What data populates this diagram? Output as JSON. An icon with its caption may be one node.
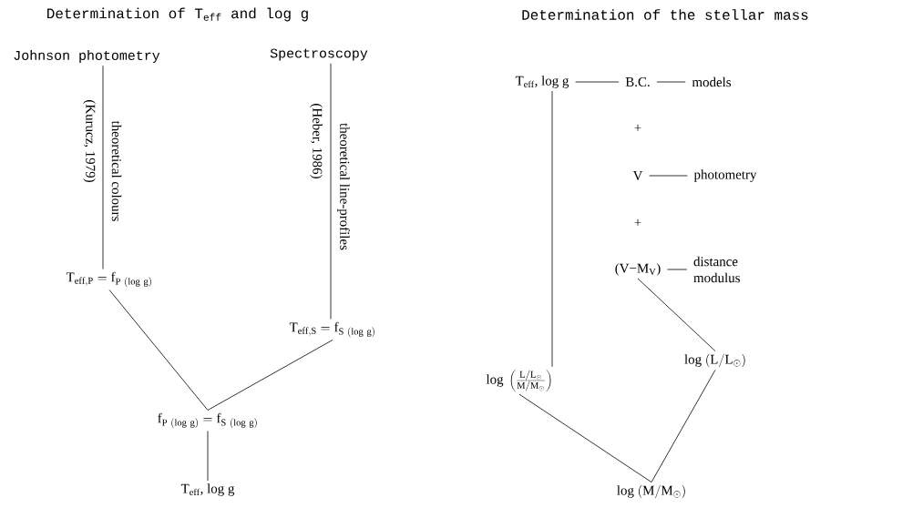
{
  "diagram": {
    "nodes": [
      {
        "text": [
          "Johnson photometry"
        ]
      },
      {
        "text": [
          "Spectroscopy"
        ]
      },
      {
        "text": [
          "\\mathrm{T_{eff,P}} = \\mathrm{f_{P\\ (log\\ g)}}"
        ]
      },
      {
        "text": [
          "\\mathrm{T_{eff,S}} = \\mathrm{f_{S\\ (log\\ g)}}"
        ]
      },
      {
        "text": [
          "\\mathrm{f_{P\\ (log\\ g)}} = \\mathrm{f_{S\\ (log\\ g)}}"
        ]
      },
      {
        "text": [
          "T$_{eff}$, log g"
        ]
      },
      {
        "text": [
          "T$_{eff}$, log g"
        ]
      },
      {
        "text": [
          "B.C."
        ]
      },
      {
        "text": [
          "models"
        ]
      },
      {
        "text": [
          "V"
        ]
      },
      {
        "text": [
          "photometry"
        ]
      },
      {
        "text": [
          "(V−M$_{V}$)"
        ]
      },
      {
        "text": [
          "distance modulus"
        ]
      },
      {
        "text": [
          "\\mathrm{log}\\ \\left(\\frac{\\mathrm{L/L_\\odot}}{\\mathrm{M/M_\\odot}}\\right)"
        ]
      },
      {
        "text": [
          "\\mathrm{log}\\ (\\mathrm{L/L_\\odot})"
        ]
      },
      {
        "text": [
          "\\mathrm{log}\\ (\\mathrm{M/M_\\odot})"
        ]
      }
    ],
    "edges": [
      {
        "from": 0,
        "to": 2,
        "arrow": "none",
        "label": "theoretical colours"
      },
      {
        "from": 1,
        "to": 3,
        "arrow": "none",
        "label": "theoretical line-profiles"
      },
      {
        "from": 2,
        "to": 4,
        "arrow": "none"
      },
      {
        "from": 3,
        "to": 4,
        "arrow": "none"
      },
      {
        "from": 4,
        "to": 5,
        "arrow": "none"
      },
      {
        "from": 6,
        "to": 7,
        "arrow": "none"
      },
      {
        "from": 7,
        "to": 8,
        "arrow": "none"
      },
      {
        "from": 9,
        "to": 10,
        "arrow": "none"
      },
      {
        "from": 11,
        "to": 12,
        "arrow": "none"
      },
      {
        "from": 6,
        "to": 13,
        "arrow": "none"
      },
      {
        "from": 11,
        "to": 14,
        "arrow": "none"
      },
      {
        "from": 13,
        "to": 15,
        "arrow": "none"
      },
      {
        "from": 14,
        "to": 15,
        "arrow": "none"
      }
    ],
    "labels": [
      "Determination of T$_{eff}$ and log g",
      "Determination of the stellar mass",
      "(Kurucz, 1979)",
      "(Heber, 1986)",
      "+",
      "+"
    ]
  }
}
